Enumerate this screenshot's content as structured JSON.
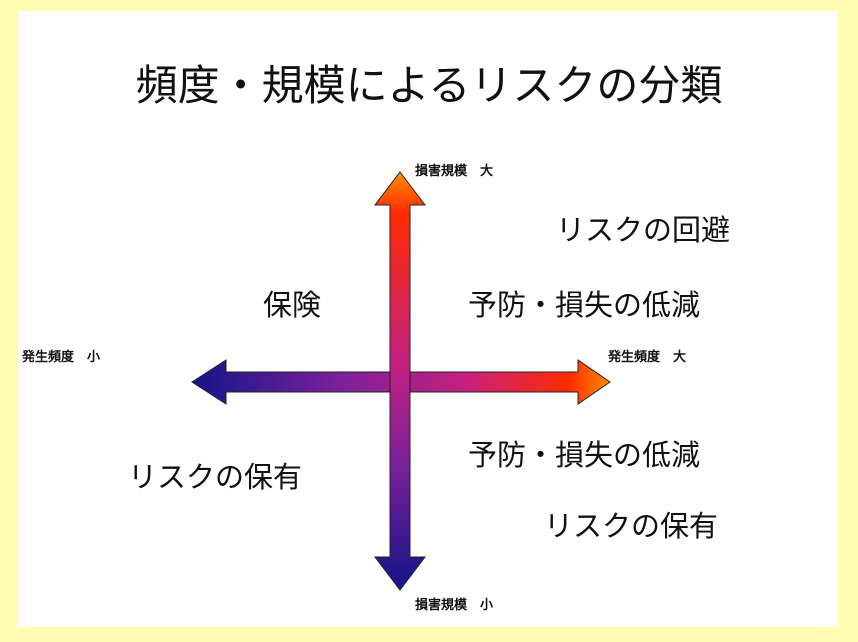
{
  "title": "頻度・規模によるリスクの分類",
  "axes": {
    "top": "損害規模　大",
    "bottom": "損害規模　小",
    "left": "発生頻度　小",
    "right": "発生頻度　大"
  },
  "quadrants": {
    "top_left": [
      "保険"
    ],
    "top_right": [
      "リスクの回避",
      "予防・損失の低減"
    ],
    "bottom_left": [
      "リスクの保有"
    ],
    "bottom_right": [
      "予防・損失の低減",
      "リスクの保有"
    ]
  },
  "colors": {
    "background": "#fffbb0",
    "arrow_high": "#ff8000",
    "arrow_mid": "#c0208a",
    "arrow_low": "#1a1a8c"
  }
}
